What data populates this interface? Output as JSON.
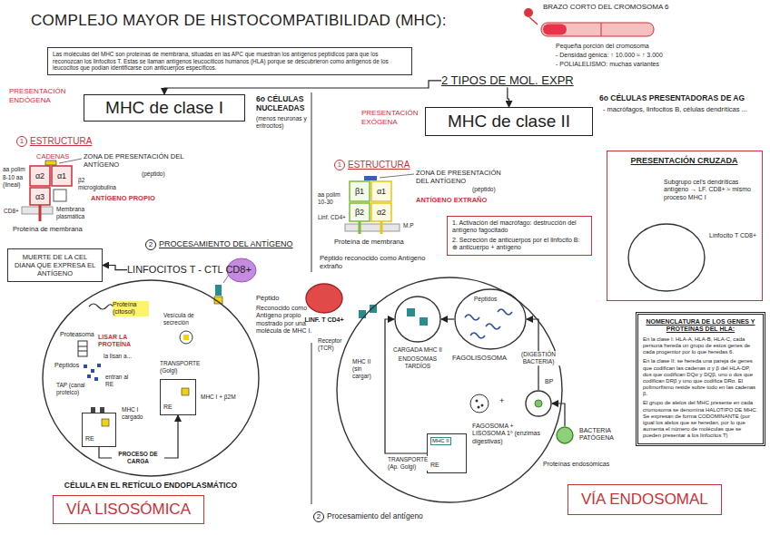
{
  "diagram": {
    "title": "COMPLEJO MAYOR DE HISTOCOMPATIBILIDAD (MHC):",
    "nodes": [
      {
        "text": [
          "Las moléculas del MHC son proteínas de membrana, situadas en las APC que muestran los antígenos peptídicos para que los reconozcan los linfocitos T. Estas se llaman antígenos leucocíticos humanos (HLA) porque se descubrieron como antígenos de los leucocitos que podían identificarse con anticuerpos específicos."
        ]
      },
      {
        "text": [
          "2 TIPOS DE MOL. EXPR"
        ]
      },
      {
        "text": [
          "MHC de clase I"
        ]
      },
      {
        "text": [
          "MHC de clase II"
        ]
      },
      {
        "text": [
          "MUERTE DE LA CEL DIANA QUE EXPRESA EL ANTÍGENO"
        ]
      },
      {
        "text": [
          "LINFOCITOS T - CTL CD8+"
        ]
      },
      {
        "text": [
          "CÉLULA EN EL RETÍCULO ENDOPLASMÁTICO"
        ]
      },
      {
        "text": [
          "VÍA LISOSÓMICA"
        ]
      },
      {
        "text": [
          "1. Activación del macrófago: destrucción del antígeno fagocitado",
          "2. Secreción de anticuerpos por el linfocito B: ⊕ anticuerpo + antígeno"
        ]
      },
      {
        "text": [
          "Procesamiento del antígeno"
        ]
      },
      {
        "text": [
          "VÍA ENDOSOMAL"
        ]
      },
      {
        "text": [
          "PRESENTACIÓN CRUZADA",
          "Subgrupo cel's dendríticas antígeno → LF. CD8+ ≈ mismo proceso MHC I"
        ]
      },
      {
        "text": [
          "Linfocito T CD8+"
        ],
        "in": 11
      },
      {
        "text": [
          "NOMENCLATURA DE LOS GENES Y PROTEÍNAS DEL HLA:",
          "En la clase I: HLA-A, HLA-B, HLA-C, cada persona hereda un grupo de estos genes de cada progenitor por lo que heredas 6.",
          "En la clase II: se hereda una pareja de genes que codifican las cadenas α y β del HLA-DP, dos que codifican DQα y DQβ, uno o dos que codifican DRβ y uno que codifica DRα. El polimorfismo reside sobre todo en las cadenas β.",
          "El grupo de alelos del MHC presente en cada cromosoma se denomina HALOTIPO DE MHC. Se expresan de forma CODOMINANTE (por igual los alelos que se heredan, por lo que aumenta el número de moléculas que se pueden presentar a los linfocitos T)"
        ]
      },
      {
        "text": [
          "RE"
        ],
        "in": 6
      },
      {
        "text": [
          "RE"
        ],
        "in": 6
      },
      {
        "text": [
          "MHC II",
          "RE"
        ],
        "in": 9
      },
      {
        "text": [
          "CARGADA MHC II",
          "ENDOSOMAS TARDÍOS"
        ],
        "in": 9
      },
      {
        "text": [
          "Péptidos",
          "FAGOLISOSOMA"
        ],
        "in": 9
      },
      {
        "text": [
          "FAGOSOMA + LISOSOMA 1º (enzimas digestivas)"
        ],
        "in": 9
      },
      {
        "text": [
          "BACTERIA PATÓGENA"
        ]
      },
      {
        "text": [
          "LINF. T CD4+"
        ]
      }
    ],
    "edges": [
      {
        "from": 1,
        "to": 2,
        "arrow": "to"
      },
      {
        "from": 1,
        "to": 3,
        "arrow": "to"
      },
      {
        "from": 5,
        "to": 4,
        "arrow": "to"
      },
      {
        "from": 14,
        "to": 15,
        "label": "PROCESO DE CARGA",
        "arrow": "to"
      },
      {
        "from": 16,
        "to": 17,
        "label": "TRANSPORTE (Ap. Golgi)",
        "arrow": "to"
      },
      {
        "from": 18,
        "to": 17,
        "arrow": "to"
      },
      {
        "from": 19,
        "to": 18,
        "label": "(DIGESTIÓN BACTERIA)",
        "arrow": "to"
      },
      {
        "from": 20,
        "to": 19,
        "arrow": "to"
      }
    ],
    "labels": [
      "BRAZO CORTO DEL CROMOSOMA 6",
      "Pequeña porción del cromosoma",
      "- Densidad génica: ↑ 10.000 ≈ ↑ 3.000",
      "- POLIALELISMO: muchas variantes",
      "PRESENTACIÓN ENDÓGENA",
      "6o CÉLULAS NUCLEADAS",
      "(menos neuronas y eritrocitos)",
      "PRESENTACIÓN EXÓGENA",
      "6o CÉLULAS PRESENTADORAS DE AG",
      "- macrófagos, linfocitos B, células dendríticas ...",
      "1",
      "ESTRUCTURA",
      "CADENAS",
      "ZONA DE PRESENTACIÓN DEL ANTÍGENO",
      "(péptido)",
      "α2",
      "α1",
      "β2 microglobulina",
      "ANTÍGENO PROPIO",
      "α3",
      "Membrana plasmática",
      "aa polim",
      "8-10 aa (lineal)",
      "CD8+",
      "Proteína de membrana",
      "2",
      "PROCESAMIENTO DEL ANTÍGENO",
      "Péptido",
      "Reconocido como Antígeno propio mostrado por una molécula de MHC I.",
      "Proteína (citosol)",
      "Proteasoma",
      "LISAR LA PROTEÍNA",
      "la lisan a...",
      "Péptidos",
      "TAP (canal proteico)",
      "entran al RE",
      "MHC I cargado",
      "Vesícula de secreción",
      "TRANSPORTE (Golgi)",
      "MHC I + β2M",
      "1",
      "ESTRUCTURA",
      "ZONA DE PRESENTACIÓN DEL ANTÍGENO",
      "(péptido)",
      "ANTÍGENO EXTRAÑO",
      "β1",
      "α1",
      "β2",
      "α2",
      "M.P",
      "aa polim 10-30",
      "Linf. CD4+",
      "Proteína de membrana",
      "Péptido reconocido como Antígeno extraño",
      "Receptor (TCR)",
      "MHC II (sin cargar)",
      "+",
      "BP",
      "Proteínas endosómicas",
      "2"
    ]
  }
}
